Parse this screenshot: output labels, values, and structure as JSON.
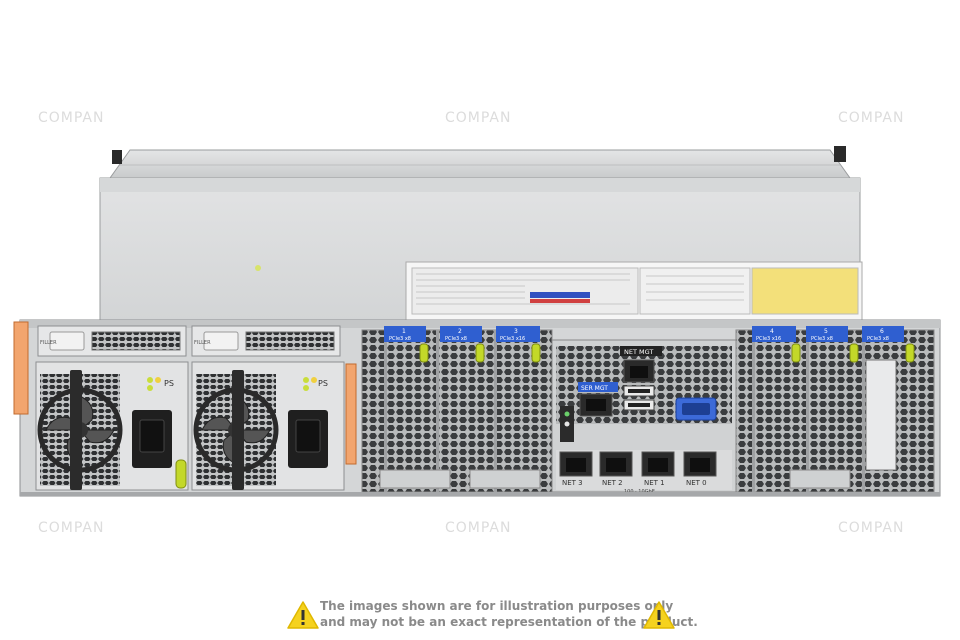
{
  "watermark": "COMPAN",
  "server": {
    "psu_label": "PS",
    "filler_label": "FILLER",
    "slots": [
      {
        "num": "1",
        "spec": "PCIe3 x8"
      },
      {
        "num": "2",
        "spec": "PCIe3 x8"
      },
      {
        "num": "3",
        "spec": "PCIe3 x16"
      },
      {
        "num": "4",
        "spec": "PCIe3 x16"
      },
      {
        "num": "5",
        "spec": "PCIe3 x8"
      },
      {
        "num": "6",
        "spec": "PCIe3 x8"
      }
    ],
    "net_mgt_label": "NET MGT",
    "ser_mgt_label": "SER MGT",
    "net_ports": [
      "NET 3",
      "NET 2",
      "NET 1",
      "NET 0"
    ],
    "net_speed_label": "100 · 10GbE"
  },
  "disclaimer": {
    "line1": "The images shown are for illustration purposes only",
    "line2": "and may not be an exact representation of the product."
  },
  "colors": {
    "chassis": "#d9dbdc",
    "slot_label_blue": "#2f5fd0",
    "latch_green": "#c3d829",
    "warning_yellow": "#f5d21f"
  }
}
